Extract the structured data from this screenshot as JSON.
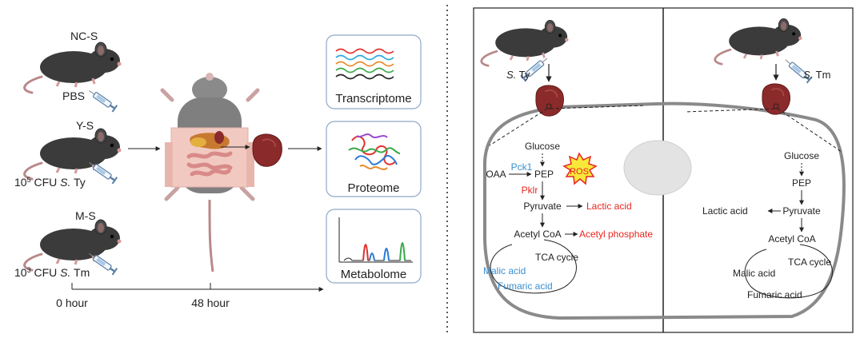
{
  "groups": [
    {
      "name": "NC-S",
      "treatment": "PBS"
    },
    {
      "name": "Y-S",
      "treatment_pre": "10",
      "treatment_exp": "5",
      "treatment_mid": " CFU ",
      "treatment_italic": "S.",
      "treatment_post": " Ty"
    },
    {
      "name": "M-S",
      "treatment_pre": "10",
      "treatment_exp": "3",
      "treatment_mid": " CFU ",
      "treatment_italic": "S.",
      "treatment_post": " Tm"
    }
  ],
  "timeline": {
    "start": "0 hour",
    "end": "48 hour"
  },
  "omics": [
    "Transcriptome",
    "Proteome",
    "Metabolome"
  ],
  "left_cell": {
    "strain_italic": "S.",
    "strain": " Ty",
    "glucose": "Glucose",
    "oaa": "OAA",
    "pck1": "Pck1",
    "pep": "PEP",
    "ros": "ROS",
    "pklr": "Pklr",
    "pyruvate": "Pyruvate",
    "lactic": "Lactic acid",
    "acetyl": "Acetyl CoA",
    "acetyl_phosphate": "Acetyl phosphate",
    "tca": "TCA cycle",
    "malic": "Malic acid",
    "fumaric": "Fumaric acid"
  },
  "right_cell": {
    "strain_italic": "S.",
    "strain": " Tm",
    "glucose": "Glucose",
    "pep": "PEP",
    "lactic": "Lactic acid",
    "pyruvate": "Pyruvate",
    "acetyl": "Acetyl CoA",
    "tca": "TCA cycle",
    "malic": "Malic acid",
    "fumaric": "Fumaric acid"
  },
  "colors": {
    "up": "#e8251f",
    "down": "#3a8fd0",
    "mouse": "#3b3b3b",
    "liver": "#8b2a2a",
    "cell_border": "#8a8a8a"
  }
}
